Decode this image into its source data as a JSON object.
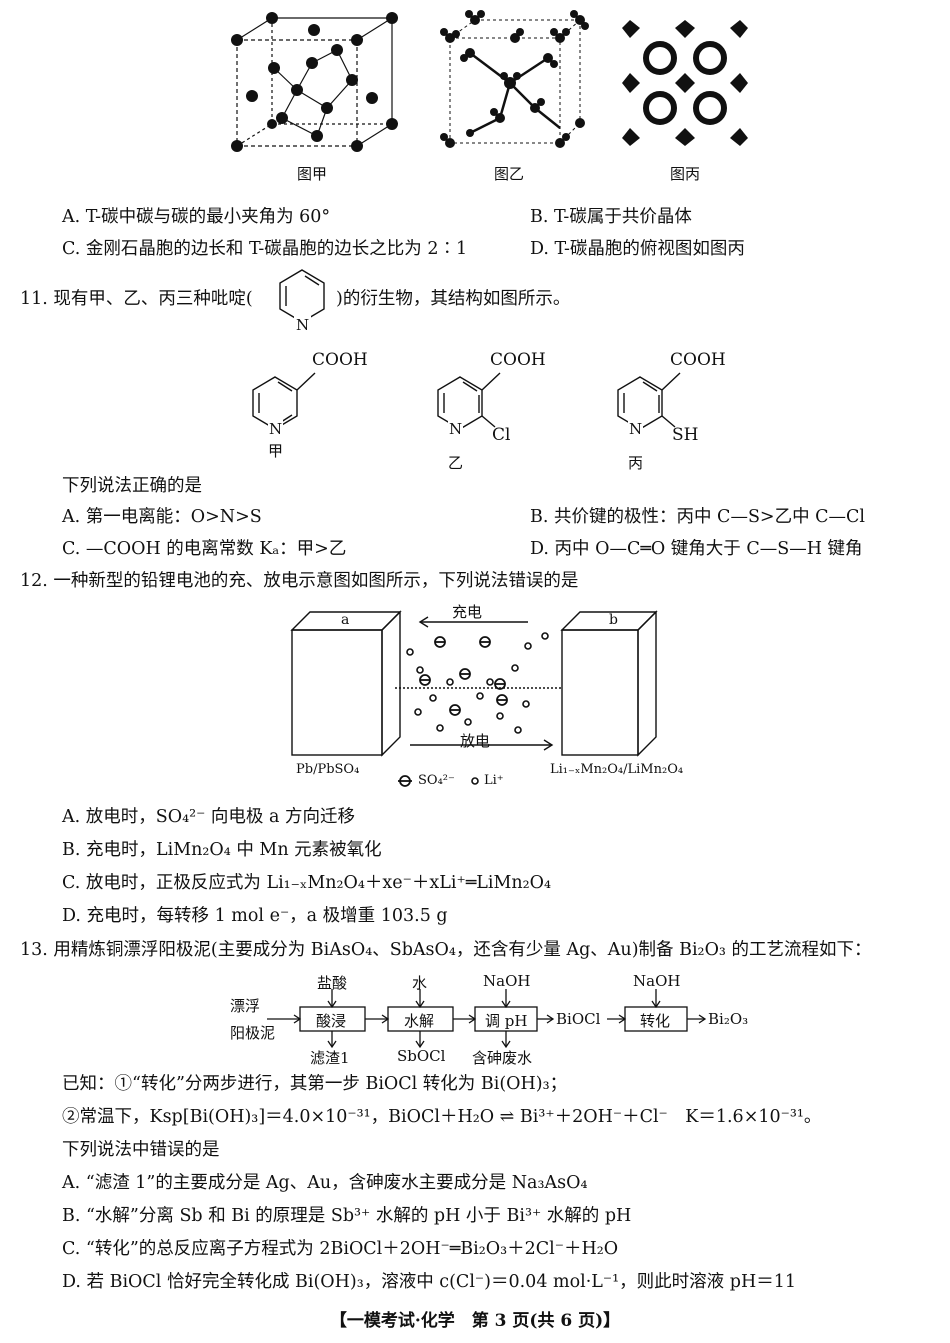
{
  "q10_figures": {
    "fig_a": "图甲",
    "fig_b": "图乙",
    "fig_c": "图丙"
  },
  "q10_options": {
    "A": "A. T-碳中碳与碳的最小夹角为 60°",
    "B": "B. T-碳属于共价晶体",
    "C": "C. 金刚石晶胞的边长和 T-碳晶胞的边长之比为 2∶1",
    "D": "D. T-碳晶胞的俯视图如图丙"
  },
  "q11": {
    "stem_pre": "11. 现有甲、乙、丙三种吡啶(",
    "stem_post": ")的衍生物，其结构如图所示。",
    "pyridine_N": "N",
    "structures": [
      {
        "label": "甲",
        "top_group": "COOH",
        "ring_N": "N",
        "side_group": ""
      },
      {
        "label": "乙",
        "top_group": "COOH",
        "ring_N": "N",
        "side_group": "Cl"
      },
      {
        "label": "丙",
        "top_group": "COOH",
        "ring_N": "N",
        "side_group": "SH"
      }
    ],
    "prompt": "下列说法正确的是",
    "A": "A. 第一电离能：O>N>S",
    "B": "B. 共价键的极性：丙中 C—S>乙中 C—Cl",
    "C": "C. —COOH 的电离常数 Kₐ：甲>乙",
    "D": "D. 丙中 O—C═O 键角大于 C—S—H 键角"
  },
  "q12": {
    "stem": "12. 一种新型的铅锂电池的充、放电示意图如图所示，下列说法错误的是",
    "box_a": "a",
    "box_b": "b",
    "charge": "充电",
    "discharge": "放电",
    "left_label": "Pb/PbSO₄",
    "right_label": "Li₁₋ₓMn₂O₄/LiMn₂O₄",
    "legend_sulfate": "SO₄²⁻",
    "legend_li": "Li⁺",
    "A": "A. 放电时，SO₄²⁻ 向电极 a 方向迁移",
    "B": "B. 充电时，LiMn₂O₄ 中 Mn 元素被氧化",
    "C": "C. 放电时，正极反应式为 Li₁₋ₓMn₂O₄＋xe⁻＋xLi⁺═LiMn₂O₄",
    "D": "D. 充电时，每转移 1 mol e⁻，a 极增重 103.5 g"
  },
  "q13": {
    "stem": "13. 用精炼铜漂浮阳极泥(主要成分为 BiAsO₄、SbAsO₄，还含有少量 Ag、Au)制备 Bi₂O₃ 的工艺流程如下：",
    "flow": {
      "start_1": "漂浮",
      "start_2": "阳极泥",
      "reagent_1": "盐酸",
      "reagent_2": "水",
      "reagent_3": "NaOH",
      "reagent_4": "NaOH",
      "step_1": "酸浸",
      "step_2": "水解",
      "step_3": "调 pH",
      "step_4": "转化",
      "mid": "BiOCl",
      "product": "Bi₂O₃",
      "out_1": "滤渣1",
      "out_2": "SbOCl",
      "out_3": "含砷废水"
    },
    "known_1": "已知：①“转化”分两步进行，其第一步 BiOCl 转化为 Bi(OH)₃；",
    "known_2": "②常温下，Ksp[Bi(OH)₃]＝4.0×10⁻³¹，BiOCl＋H₂O ⇌ Bi³⁺＋2OH⁻＋Cl⁻　K＝1.6×10⁻³¹。",
    "prompt": "下列说法中错误的是",
    "A": "A. “滤渣 1”的主要成分是 Ag、Au，含砷废水主要成分是 Na₃AsO₄",
    "B": "B. “水解”分离 Sb 和 Bi 的原理是 Sb³⁺ 水解的 pH 小于 Bi³⁺ 水解的 pH",
    "C": "C. “转化”的总反应离子方程式为 2BiOCl＋2OH⁻═Bi₂O₃＋2Cl⁻＋H₂O",
    "D": "D. 若 BiOCl 恰好完全转化成 Bi(OH)₃，溶液中 c(Cl⁻)＝0.04 mol·L⁻¹，则此时溶液 pH＝11"
  },
  "footer": "【一模考试·化学　第 3 页(共 6 页)】"
}
